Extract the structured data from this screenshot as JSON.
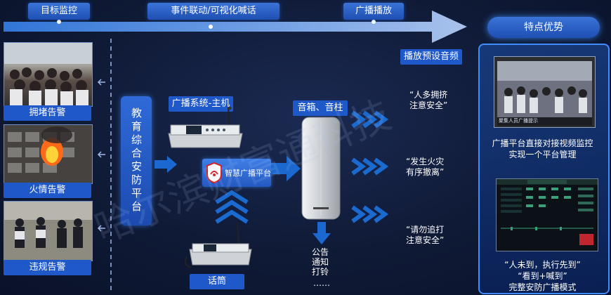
{
  "top_flow": {
    "stage1": "目标监控",
    "stage2": "事件联动/可视化喊话",
    "stage3": "广播播放"
  },
  "play_preset": "播放预设音频",
  "alerts": [
    {
      "label": "拥堵告警"
    },
    {
      "label": "火情告警"
    },
    {
      "label": "违规告警"
    }
  ],
  "platform": {
    "title_chars": "教育综合安防平台"
  },
  "host_label": "广播系统-主机",
  "smart_platform": "智慧广播平台",
  "mic_label": "话筒",
  "speaker_label": "音箱、音柱",
  "speaker_functions": [
    "公告",
    "通知",
    "打铃",
    "……"
  ],
  "messages": [
    {
      "line1": "“人多拥挤",
      "line2": "注意安全”"
    },
    {
      "line1": "“发生火灾",
      "line2": "有序撤离”"
    },
    {
      "line1": "“请勿追打",
      "line2": "注意安全”"
    }
  ],
  "features": {
    "title": "特点优势",
    "item1_line1": "广播平台直接对接视频监控",
    "item1_line2": "实现一个平台管理",
    "item2_line1": "“人未到，执行先到”",
    "item2_line2": "“看到+喊到”",
    "item2_line3": "完整安防广播模式"
  },
  "screen1_text": "聚集人员广播提示",
  "watermark": "哈尔滨财富通科技",
  "colors": {
    "background": "#0f1a36",
    "accent_blue": "#1f58c9",
    "arrow_blue": "#3a8cff",
    "alert_fire": "#ff6a1a"
  }
}
